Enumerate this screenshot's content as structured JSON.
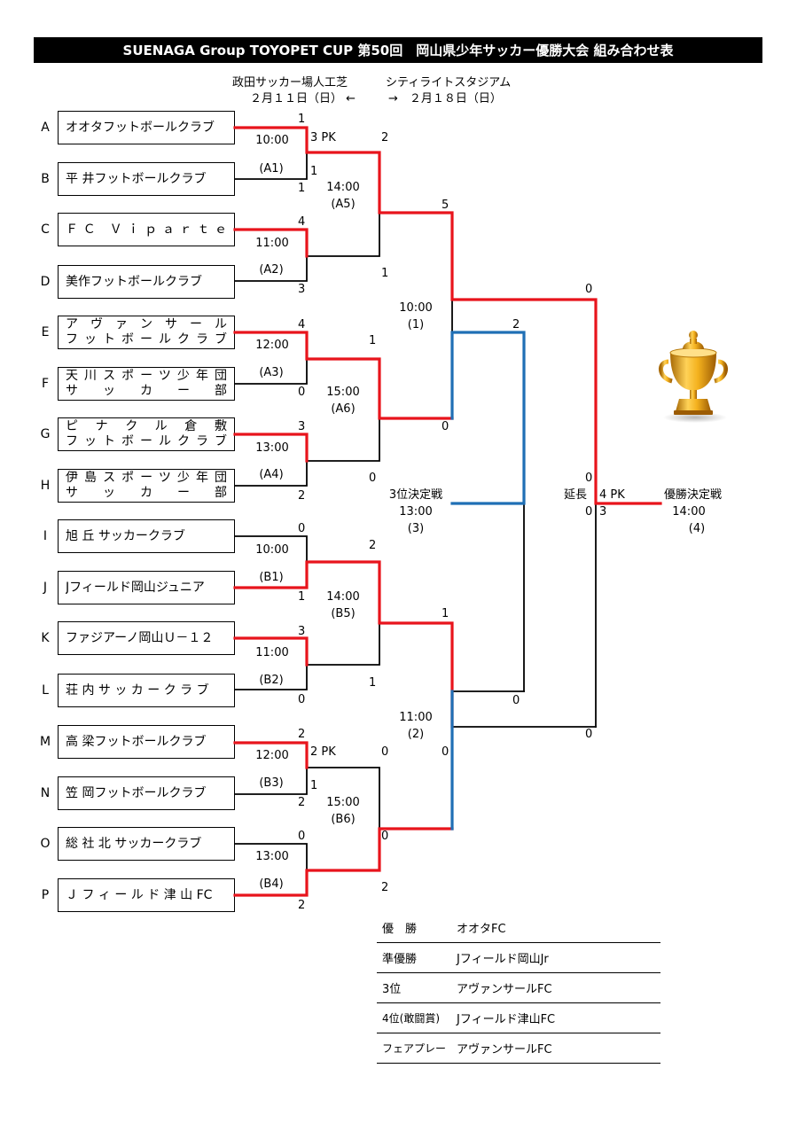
{
  "title": "SUENAGA Group TOYOPET CUP 第50回　岡山県少年サッカー優勝大会 組み合わせ表",
  "venue_left": {
    "name": "政田サッカー場人工芝",
    "date": "２月１１日（日） ←"
  },
  "venue_right": {
    "name": "シティライトスタジアム",
    "date": "→　２月１８日（日）"
  },
  "teams": [
    {
      "letter": "A",
      "lines": [
        "オオタフットボールクラブ"
      ]
    },
    {
      "letter": "B",
      "lines": [
        "平 井フットボールクラブ"
      ]
    },
    {
      "letter": "C",
      "lines": [
        "ＦＣ Ｖｉｐａｒｔｅ"
      ]
    },
    {
      "letter": "D",
      "lines": [
        "美作フットボールクラブ"
      ]
    },
    {
      "letter": "E",
      "lines": [
        "アヴァンサール",
        "フットボールクラブ"
      ]
    },
    {
      "letter": "F",
      "lines": [
        "天川スポーツ少年団",
        "サッカー部"
      ]
    },
    {
      "letter": "G",
      "lines": [
        "ピナクル倉敷",
        "フットボールクラブ"
      ]
    },
    {
      "letter": "H",
      "lines": [
        "伊島スポーツ少年団",
        "サッカー部"
      ]
    },
    {
      "letter": "I",
      "lines": [
        "旭 丘 サッカークラブ"
      ]
    },
    {
      "letter": "J",
      "lines": [
        "Jフィールド岡山ジュニア"
      ]
    },
    {
      "letter": "K",
      "lines": [
        "ファジアーノ岡山Ｕ－１２"
      ]
    },
    {
      "letter": "L",
      "lines": [
        "荘 内 サ ッ カ ー ク ラ ブ"
      ]
    },
    {
      "letter": "M",
      "lines": [
        "高 梁フットボールクラブ"
      ]
    },
    {
      "letter": "N",
      "lines": [
        "笠 岡フットボールクラブ"
      ]
    },
    {
      "letter": "O",
      "lines": [
        "総 社 北 サッカークラブ"
      ]
    },
    {
      "letter": "P",
      "lines": [
        "Ｊ フ ィ ー ル ド 津 山 FC"
      ]
    }
  ],
  "round1": [
    {
      "time": "10:00",
      "code": "(A1)",
      "top": "1",
      "bottom": "1",
      "pk": "3 PK",
      "pk_bottom": "1"
    },
    {
      "time": "11:00",
      "code": "(A2)",
      "top": "4",
      "bottom": "3"
    },
    {
      "time": "12:00",
      "code": "(A3)",
      "top": "4",
      "bottom": "0"
    },
    {
      "time": "13:00",
      "code": "(A4)",
      "top": "3",
      "bottom": "2"
    },
    {
      "time": "10:00",
      "code": "(B1)",
      "top": "0",
      "bottom": "1"
    },
    {
      "time": "11:00",
      "code": "(B2)",
      "top": "3",
      "bottom": "0"
    },
    {
      "time": "12:00",
      "code": "(B3)",
      "top": "2",
      "bottom": "2",
      "pk": "2 PK",
      "pk_bottom": "1"
    },
    {
      "time": "13:00",
      "code": "(B4)",
      "top": "0",
      "bottom": "2"
    }
  ],
  "round2": [
    {
      "time": "14:00",
      "code": "(A5)",
      "top": "2",
      "bottom": "1"
    },
    {
      "time": "15:00",
      "code": "(A6)",
      "top": "1",
      "bottom": "0"
    },
    {
      "time": "14:00",
      "code": "(B5)",
      "top": "2",
      "bottom": "1"
    },
    {
      "time": "15:00",
      "code": "(B6)",
      "top": "0",
      "bottom": "2"
    }
  ],
  "semis": [
    {
      "time": "10:00",
      "code": "(1)",
      "top": "5",
      "bottom": "0"
    },
    {
      "time": "11:00",
      "code": "(2)",
      "top": "1",
      "bottom": "0"
    }
  ],
  "third_place": {
    "label": "3位決定戦",
    "time": "13:00",
    "code": "(3)",
    "top": "2",
    "bottom": "0"
  },
  "final": {
    "label": "優勝決定戦",
    "time": "14:00",
    "code": "(4)",
    "top": "0",
    "bottom": "0",
    "extra_time": "延長",
    "et_top": "0",
    "et_bottom": "0",
    "pk": "4 PK",
    "pk_bottom": "3"
  },
  "results": [
    {
      "label": "優　勝",
      "team": "オオタFC"
    },
    {
      "label": "準優勝",
      "team": "Jフィールド岡山Jr"
    },
    {
      "label": "3位",
      "team": "アヴァンサールFC"
    },
    {
      "label": "4位(敢闘賞)",
      "team": "Jフィールド津山FC"
    },
    {
      "label": "フェアプレー",
      "team": "アヴァンサールFC"
    }
  ],
  "colors": {
    "winner": "#e8141c",
    "third_place": "#1f6fb5",
    "line": "#000000",
    "title_bg": "#000000"
  },
  "icons": {
    "trophy": "trophy-icon"
  }
}
